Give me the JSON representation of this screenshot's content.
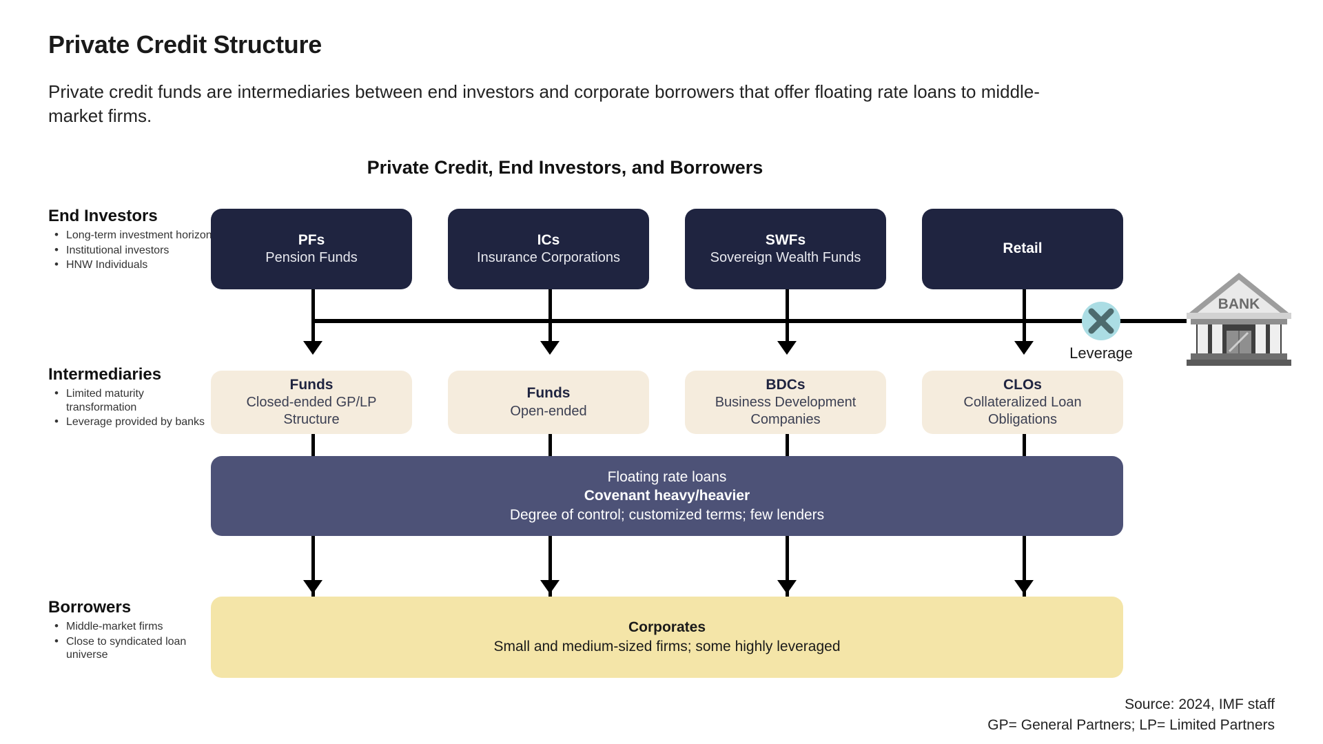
{
  "header": {
    "title": "Private Credit Structure",
    "subtitle": "Private credit funds are intermediaries between end investors and corporate borrowers that offer floating rate loans to middle-market firms.",
    "chart_title": "Private Credit, End Investors, and Borrowers"
  },
  "row_labels": [
    {
      "key": "end_investors",
      "title": "End Investors",
      "bullets": [
        "Long-term investment horizon",
        "Institutional investors",
        "HNW Individuals"
      ]
    },
    {
      "key": "intermediaries",
      "title": "Intermediaries",
      "bullets": [
        "Limited maturity transformation",
        "Leverage provided by banks"
      ]
    },
    {
      "key": "borrowers",
      "title": "Borrowers",
      "bullets": [
        "Middle-market firms",
        "Close to syndicated loan universe"
      ]
    }
  ],
  "investors": [
    {
      "abbr": "PFs",
      "name": "Pension Funds"
    },
    {
      "abbr": "ICs",
      "name": "Insurance Corporations"
    },
    {
      "abbr": "SWFs",
      "name": "Sovereign Wealth Funds"
    },
    {
      "abbr": "Retail",
      "name": ""
    }
  ],
  "intermediaries": [
    {
      "abbr": "Funds",
      "name": "Closed-ended GP/LP Structure"
    },
    {
      "abbr": "Funds",
      "name": "Open-ended"
    },
    {
      "abbr": "BDCs",
      "name": "Business Development Companies"
    },
    {
      "abbr": "CLOs",
      "name": "Collateralized Loan Obligations"
    }
  ],
  "loan_bar": {
    "line1": "Floating rate loans",
    "line2": "Covenant heavy/heavier",
    "line3": "Degree of control; customized terms; few lenders"
  },
  "borrowers_bar": {
    "line1": "Corporates",
    "line2": "Small and medium-sized firms; some highly leveraged"
  },
  "leverage": {
    "label": "Leverage",
    "icon": "x-cross-icon"
  },
  "bank": {
    "label": "BANK",
    "icon": "bank-building-icon"
  },
  "footnotes": [
    "Source: 2024, IMF staff",
    "GP= General Partners; LP= Limited Partners"
  ],
  "colors": {
    "navy": "#1f2440",
    "cream": "#f5ecdd",
    "slate": "#4d5277",
    "yellow": "#f4e5a8",
    "teal": "#abdde4",
    "teal_dark": "#4d6b6e"
  }
}
